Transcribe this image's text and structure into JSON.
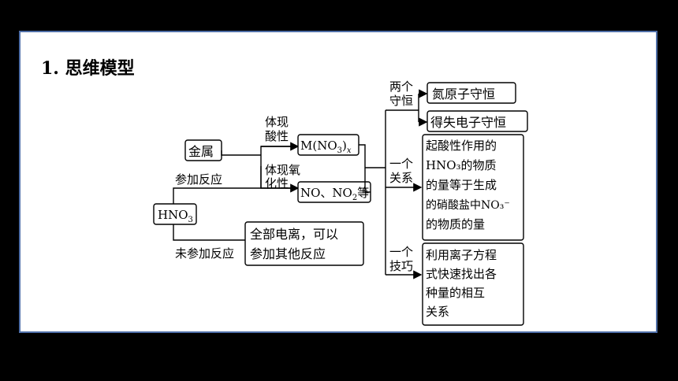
{
  "title": "1. 思维模型",
  "nodes": {
    "hno3": {
      "main": "HNO",
      "sub": "3"
    },
    "metal": "金属",
    "participate": "参加反应",
    "not_participate": "未参加反应",
    "full_ionize": [
      "全部电离，可以",
      "参加其他反应"
    ],
    "acidity_label": [
      "体现",
      "酸性"
    ],
    "oxidize_label": [
      "体现氧",
      "化性"
    ],
    "m_no3": {
      "prefix": "M(NO",
      "sub": "3",
      "suffix": ")",
      "subx": "x"
    },
    "no_no2": {
      "prefix": "NO、NO",
      "sub": "2",
      "suffix": "等"
    },
    "two_conserve_label": [
      "两个",
      "守恒"
    ],
    "n_atom": "氮原子守恒",
    "electron": "得失电子守恒",
    "one_relation_label": [
      "一个",
      "关系"
    ],
    "relation_lines": [
      "起酸性作用的",
      "HNO₃的物质",
      "的量等于生成",
      "的硝酸盐中NO₃⁻",
      "的物质的量"
    ],
    "one_trick_label": [
      "一个",
      "技巧"
    ],
    "trick_lines": [
      "利用离子方程",
      "式快速找出各",
      "种量的相互",
      "关系"
    ]
  }
}
